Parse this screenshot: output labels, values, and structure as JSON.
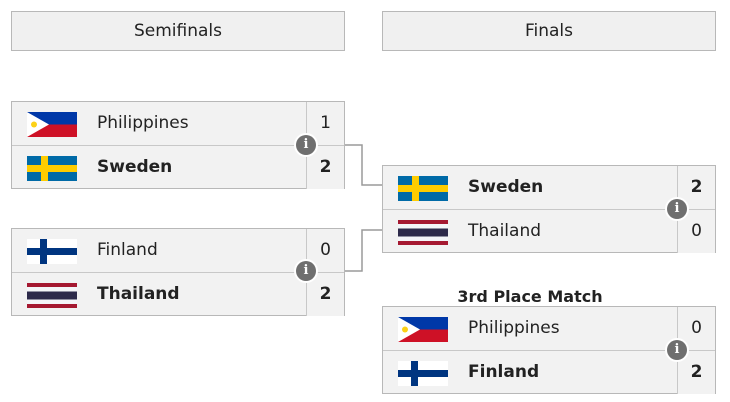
{
  "headers": {
    "semifinals": "Semifinals",
    "finals": "Finals"
  },
  "third_place_label": "3rd Place Match",
  "matches": [
    {
      "id": "sf1",
      "rows": [
        {
          "team": "Philippines",
          "score": "1",
          "flag": "philippines-flag",
          "winner": false
        },
        {
          "team": "Sweden",
          "score": "2",
          "flag": "sweden-flag",
          "winner": true
        }
      ]
    },
    {
      "id": "sf2",
      "rows": [
        {
          "team": "Finland",
          "score": "0",
          "flag": "finland-flag",
          "winner": false
        },
        {
          "team": "Thailand",
          "score": "2",
          "flag": "thailand-flag",
          "winner": true
        }
      ]
    },
    {
      "id": "final",
      "rows": [
        {
          "team": "Sweden",
          "score": "2",
          "flag": "sweden-flag",
          "winner": true
        },
        {
          "team": "Thailand",
          "score": "0",
          "flag": "thailand-flag",
          "winner": false
        }
      ]
    },
    {
      "id": "third",
      "rows": [
        {
          "team": "Philippines",
          "score": "0",
          "flag": "philippines-flag",
          "winner": false
        },
        {
          "team": "Finland",
          "score": "2",
          "flag": "finland-flag",
          "winner": true
        }
      ]
    }
  ],
  "info_icon": "info-icon",
  "colors": {
    "border": "#b8b8b8",
    "cell_bg": "#f2f2f2",
    "info": "#6f6f6f"
  }
}
